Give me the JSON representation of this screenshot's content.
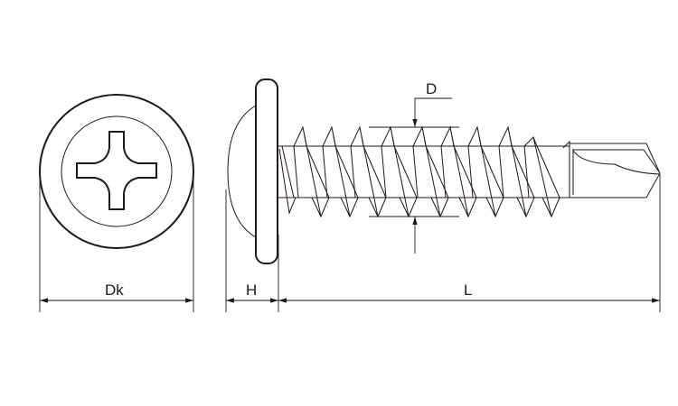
{
  "labels": {
    "diameter": "D",
    "head_diameter": "Dk",
    "head_height": "H",
    "length": "L"
  },
  "colors": {
    "line": "#231815",
    "background": "#ffffff"
  }
}
